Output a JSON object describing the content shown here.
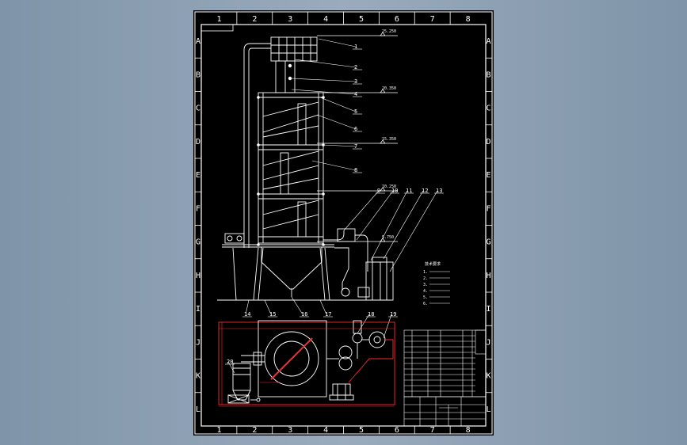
{
  "grid": {
    "columns": [
      "1",
      "2",
      "3",
      "4",
      "5",
      "6",
      "7",
      "8"
    ],
    "rows": [
      "A",
      "B",
      "C",
      "D",
      "E",
      "F",
      "G",
      "H",
      "I",
      "J",
      "K",
      "L"
    ]
  },
  "callouts": [
    "1",
    "2",
    "3",
    "4",
    "5",
    "6",
    "7",
    "8",
    "9",
    "10",
    "11",
    "12",
    "13",
    "14",
    "15",
    "16",
    "17",
    "18",
    "19",
    "20"
  ],
  "elevation_marks": [
    "25.250",
    "20.350",
    "15.350",
    "10.250",
    "5.750"
  ],
  "notes": {
    "title": "技术要求",
    "items": [
      "1.",
      "2.",
      "3.",
      "4.",
      "5.",
      "6."
    ]
  },
  "dimensions": {
    "top": "",
    "bottom": "",
    "left": ""
  },
  "colors": {
    "line": "#ffffff",
    "frame": "#ffffff",
    "dim": "#ff2a2a",
    "bg": "#000000",
    "pipe": "#ffffff"
  }
}
